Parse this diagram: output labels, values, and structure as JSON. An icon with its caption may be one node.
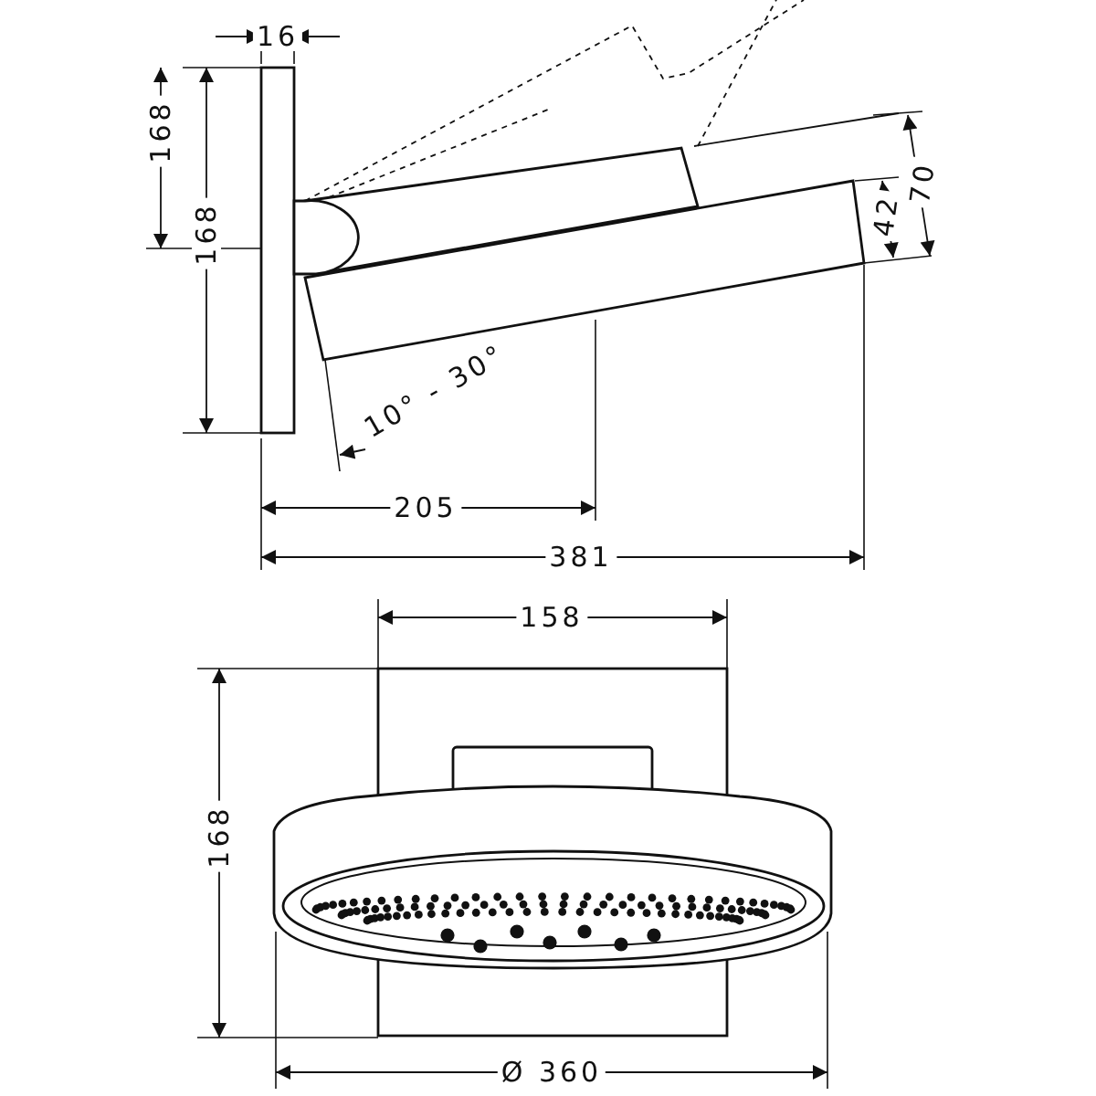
{
  "diagram": {
    "labels": [
      "16",
      "168",
      "168",
      "70",
      "42",
      "10° - 30°",
      "205",
      "381",
      "158",
      "168",
      "Ø 360"
    ]
  }
}
